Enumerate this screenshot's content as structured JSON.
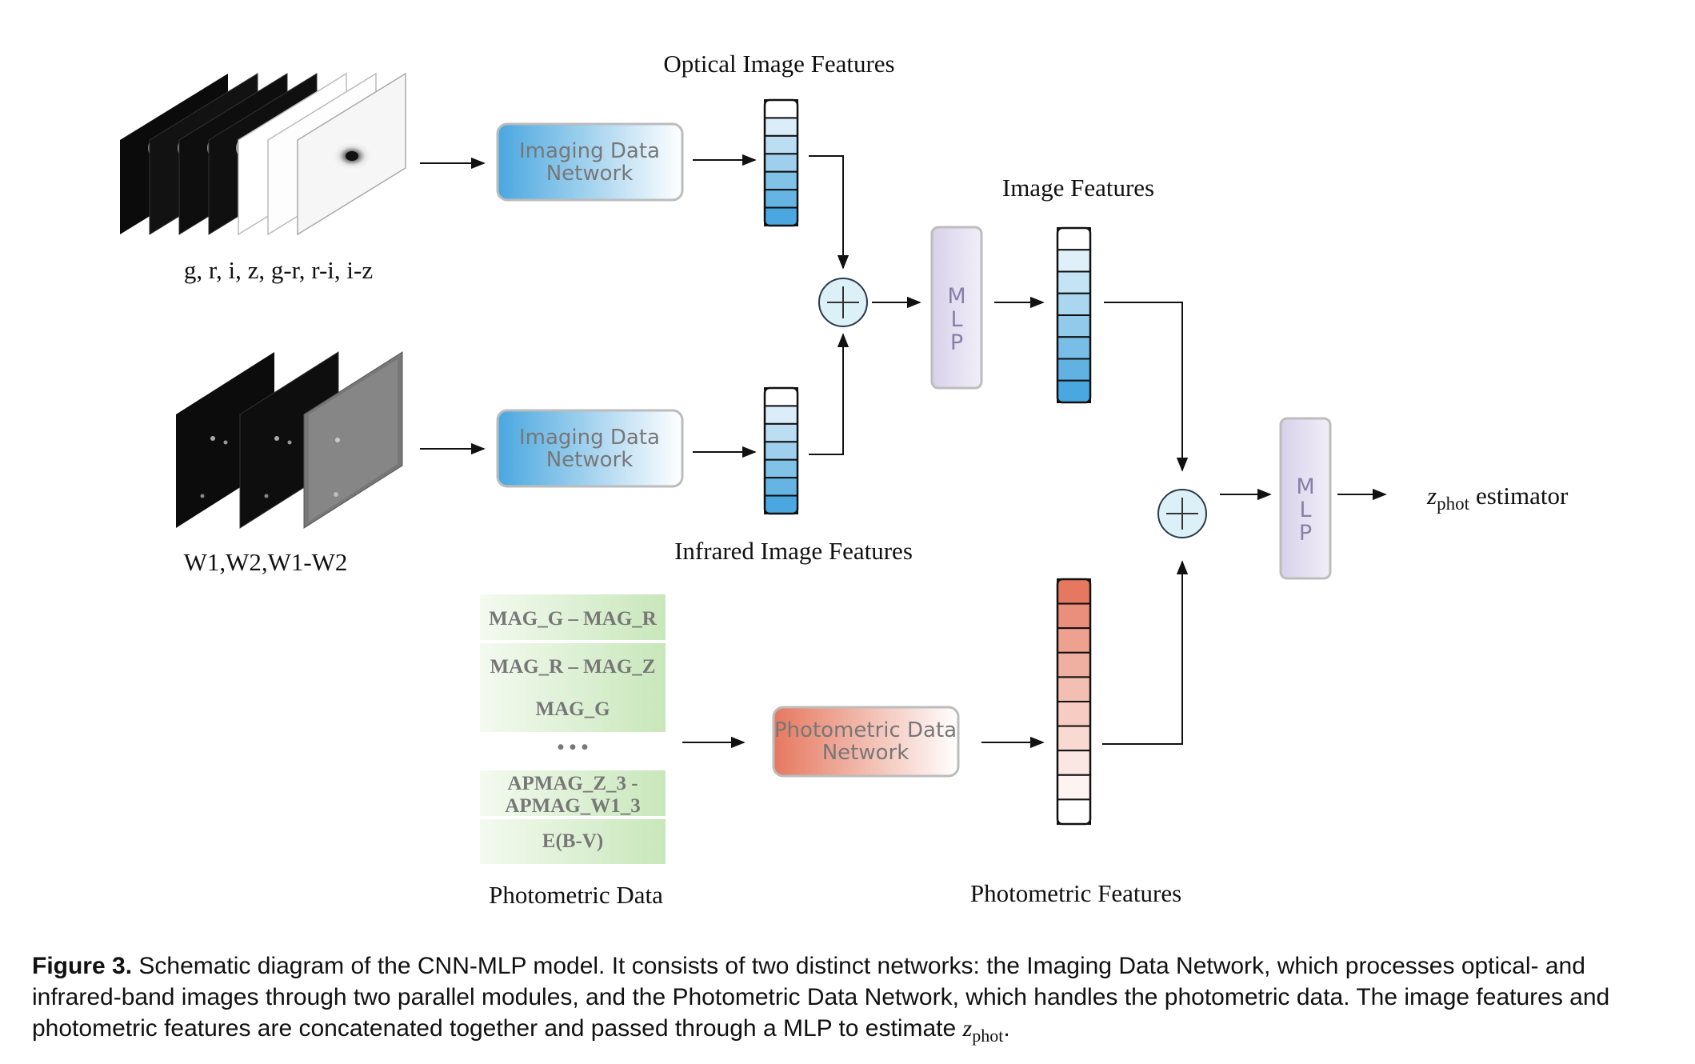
{
  "figure": {
    "optical_bands_label": "g, r, i, z, g-r, r-i, i-z",
    "infrared_bands_label": "W1,W2,W1-W2",
    "imaging_network_top": [
      "Imaging Data",
      "Network"
    ],
    "imaging_network_bottom": [
      "Imaging Data",
      "Network"
    ],
    "photometric_network": [
      "Photometric Data",
      "Network"
    ],
    "optical_features_label": "Optical Image Features",
    "infrared_features_label": "Infrared Image Features",
    "image_features_label": "Image Features",
    "photometric_features_label": "Photometric Features",
    "photometric_data_label": "Photometric Data",
    "mlp_letters": [
      "M",
      "L",
      "P"
    ],
    "estimator_z": "z",
    "estimator_sub": "phot",
    "estimator_word": "estimator",
    "photometric_inputs_group1": [
      "MAG_G – MAG_R",
      "MAG_R – MAG_Z",
      "MAG_G"
    ],
    "ellipsis": "• • •",
    "photometric_inputs_group2": [
      "APMAG_Z_3 -",
      "APMAG_W1_3",
      "E(B-V)"
    ],
    "concat_symbol": "+",
    "colors": {
      "imaging_blue": "#5aafe0",
      "photometric_red": "#e8826a",
      "mlp_purple": "#d9d3ea",
      "input_green": "#cfe9c4"
    }
  },
  "caption": {
    "label": "Figure 3.",
    "text": "Schematic diagram of the CNN-MLP model. It consists of two distinct networks: the Imaging Data Network, which processes optical- and infrared-band images through two parallel modules, and the Photometric Data Network, which handles the photometric data. The image features and photometric features are concatenated together and passed through a MLP to estimate ",
    "math_z": "z",
    "math_sub": "phot",
    "end": "."
  }
}
